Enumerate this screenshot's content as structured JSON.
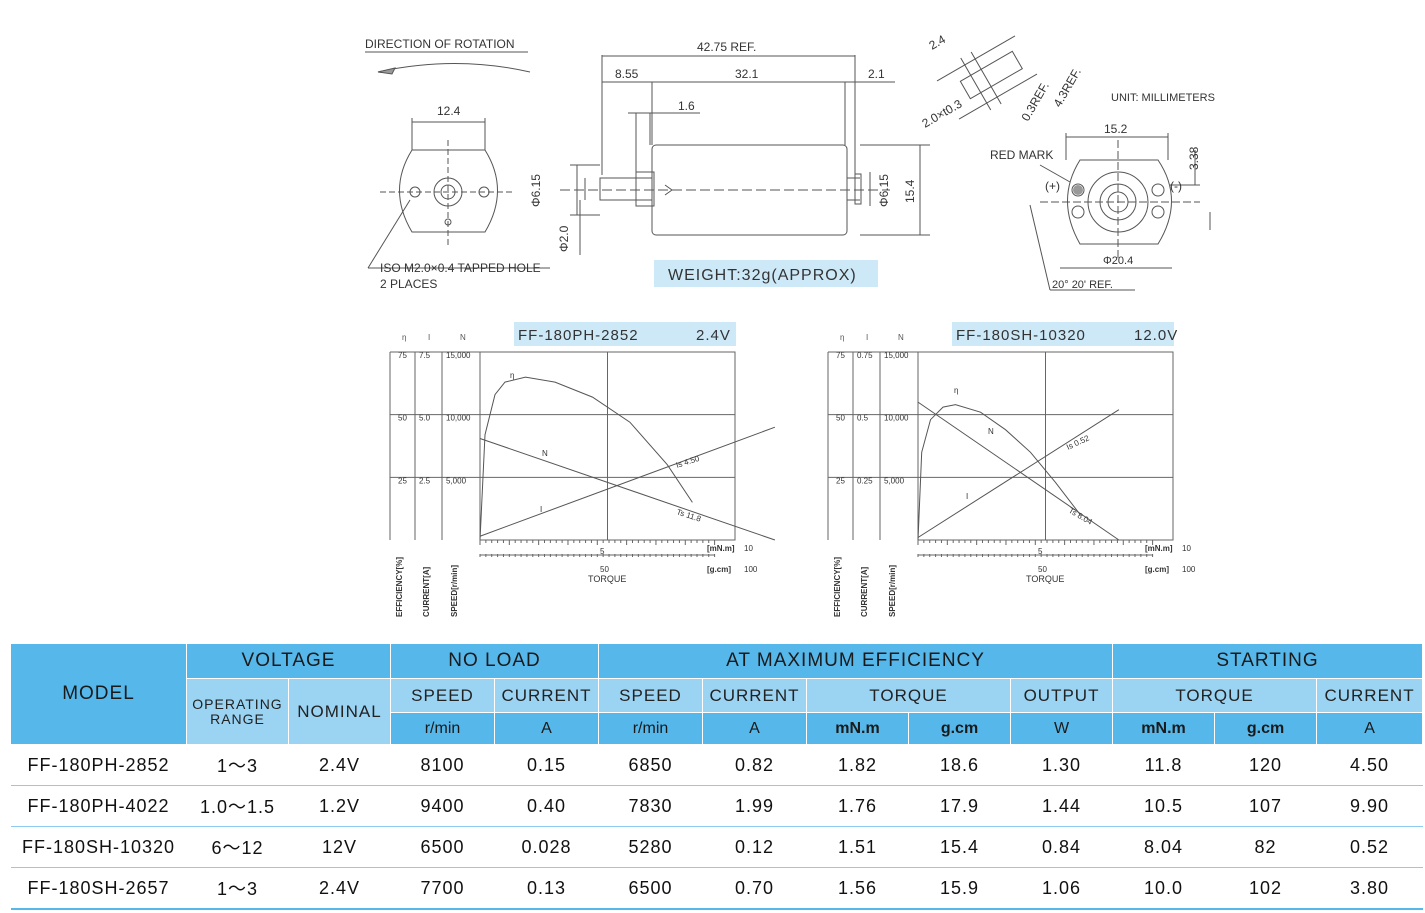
{
  "drawing": {
    "direction_of_rotation": "DIRECTION OF ROTATION",
    "dim_12_4": "12.4",
    "tapped_hole_line1": "ISO M2.0×0.4 TAPPED HOLE",
    "tapped_hole_line2": "2 PLACES",
    "dim_42_75": "42.75 REF.",
    "dim_8_55": "8.55",
    "dim_32_1": "32.1",
    "dim_2_1": "2.1",
    "dim_1_6": "1.6",
    "dim_phi615_left": "Φ6.15",
    "dim_phi20": "Φ2.0",
    "dim_phi615_right": "Φ6.15",
    "dim_15_4": "15.4",
    "weight": "WEIGHT:32g(APPROX)",
    "dim_2_4": "2.4",
    "dim_2x03": "2.0×t0.3",
    "dim_03ref": "0.3REF.",
    "dim_43ref": "4.3REF.",
    "unit": "UNIT: MILLIMETERS",
    "dim_15_2": "15.2",
    "red_mark": "RED MARK",
    "plus": "(+)",
    "minus": "(-)",
    "dim_3_38": "3.38",
    "dim_phi204": "Φ20.4",
    "angle_ref": "20° 20' REF."
  },
  "chart_data": [
    {
      "type": "line",
      "title": "FF-180PH-2852",
      "voltage": "2.4V",
      "axis_headers": [
        "η",
        "I",
        "N"
      ],
      "efficiency_ticks": [
        "75",
        "50",
        "25"
      ],
      "current_ticks": [
        "7.5",
        "5.0",
        "2.5"
      ],
      "speed_ticks": [
        "15,000",
        "10,000",
        "5,000"
      ],
      "xlabel": "TORQUE",
      "x_unit_mn": "[mN.m]",
      "x_unit_g": "[g.cm]",
      "x_tick_mn": [
        "5",
        "10"
      ],
      "x_tick_g": [
        "50",
        "100"
      ],
      "ylabels": [
        "EFFICIENCY[%]",
        "CURRENT[A]",
        "SPEED[r/min]"
      ],
      "curve_labels": {
        "eff": "η",
        "speed": "N",
        "current": "I",
        "is": "Is 4.50",
        "ts": "Ts 11.8"
      },
      "torque_max": 10,
      "series": {
        "speed": {
          "x": [
            0,
            11.8
          ],
          "y": [
            8100,
            0
          ],
          "max": 15000
        },
        "current": {
          "x": [
            0,
            11.8
          ],
          "y": [
            0.15,
            4.5
          ],
          "max": 7.5
        },
        "efficiency": {
          "x": [
            0,
            0.2,
            0.6,
            1.0,
            1.82,
            3.0,
            4.5,
            6.0,
            7.5,
            8.5
          ],
          "y": [
            0,
            42,
            58,
            63,
            65,
            63,
            57,
            47,
            30,
            15
          ],
          "max": 75
        }
      }
    },
    {
      "type": "line",
      "title": "FF-180SH-10320",
      "voltage": "12.0V",
      "axis_headers": [
        "η",
        "I",
        "N"
      ],
      "efficiency_ticks": [
        "75",
        "50",
        "25"
      ],
      "current_ticks": [
        "0.75",
        "0.5",
        "0.25"
      ],
      "speed_ticks": [
        "15,000",
        "10,000",
        "5,000"
      ],
      "xlabel": "TORQUE",
      "x_unit_mn": "[mN.m]",
      "x_unit_g": "[g.cm]",
      "x_tick_mn": [
        "5",
        "10"
      ],
      "x_tick_g": [
        "50",
        "100"
      ],
      "ylabels": [
        "EFFICIENCY[%]",
        "CURRENT[A]",
        "SPEED[r/min]"
      ],
      "curve_labels": {
        "eff": "η",
        "speed": "N",
        "current": "I",
        "is": "Is 0.52",
        "ts": "Ts 8.04"
      },
      "torque_max": 10,
      "series": {
        "speed": {
          "x": [
            0,
            8.04
          ],
          "y": [
            11000,
            0
          ],
          "max": 15000
        },
        "current": {
          "x": [
            0,
            8.04
          ],
          "y": [
            0.01,
            0.52
          ],
          "max": 0.75
        },
        "efficiency": {
          "x": [
            0,
            0.15,
            0.5,
            1.0,
            1.5,
            2.5,
            3.5,
            4.5,
            5.5,
            6.5
          ],
          "y": [
            0,
            35,
            48,
            53,
            54,
            51,
            44,
            35,
            23,
            10
          ],
          "max": 75
        }
      }
    }
  ],
  "table": {
    "model_header": "MODEL",
    "voltage": "VOLTAGE",
    "no_load": "NO LOAD",
    "at_max": "AT MAXIMUM EFFICIENCY",
    "starting": "STARTING",
    "operating_l1": "OPERATING",
    "operating_l2": "RANGE",
    "nominal": "NOMINAL",
    "speed": "SPEED",
    "current": "CURRENT",
    "torque": "TORQUE",
    "output": "OUTPUT",
    "u_rmin": "r/min",
    "u_a": "A",
    "u_mnm": "mN.m",
    "u_gcm": "g.cm",
    "u_w": "W",
    "rows": [
      [
        "FF-180PH-2852",
        "1～3",
        "2.4V",
        "8100",
        "0.15",
        "6850",
        "0.82",
        "1.82",
        "18.6",
        "1.30",
        "11.8",
        "120",
        "4.50"
      ],
      [
        "FF-180PH-4022",
        "1.0～1.5",
        "1.2V",
        "9400",
        "0.40",
        "7830",
        "1.99",
        "1.76",
        "17.9",
        "1.44",
        "10.5",
        "107",
        "9.90"
      ],
      [
        "FF-180SH-10320",
        "6～12",
        "12V",
        "6500",
        "0.028",
        "5280",
        "0.12",
        "1.51",
        "15.4",
        "0.84",
        "8.04",
        "82",
        "0.52"
      ],
      [
        "FF-180SH-2657",
        "1～3",
        "2.4V",
        "7700",
        "0.13",
        "6500",
        "0.70",
        "1.56",
        "15.9",
        "1.06",
        "10.0",
        "102",
        "3.80"
      ]
    ]
  },
  "colors": {
    "header": "#55b7ea",
    "header_light": "#9bd3f3",
    "title_bg": "#cde9f8",
    "line": "#555555"
  }
}
